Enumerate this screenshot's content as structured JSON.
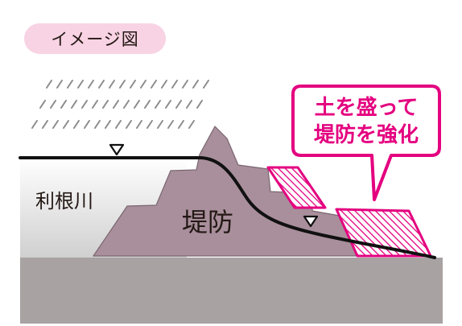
{
  "badge": {
    "text": "イメージ図"
  },
  "labels": {
    "river": "利根川",
    "levee": "堤防"
  },
  "callout": {
    "line1": "土を盛って",
    "line2": "堤防を強化"
  },
  "colors": {
    "badge_bg": "#f8d3e3",
    "accent": "#e4007f",
    "levee_fill": "#a88f9b",
    "ground": "#a8a2a3",
    "text": "#231815"
  },
  "icons": {
    "rain": "rain-hatch-icon",
    "water_level": "water-level-triangle-icon"
  }
}
